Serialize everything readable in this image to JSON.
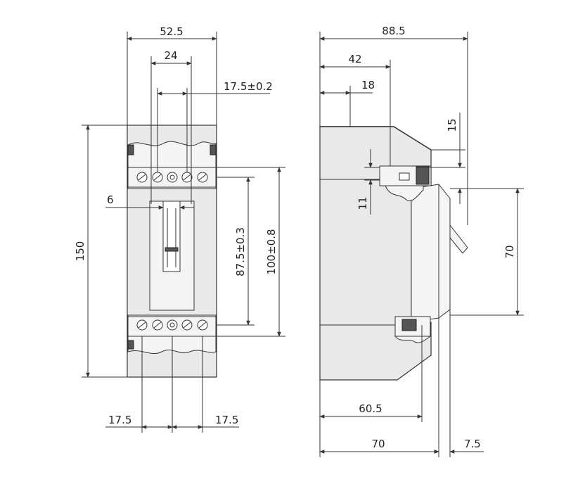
{
  "front_view": {
    "width_total": "52.5",
    "width_24": "24",
    "pitch": "17.5±0.2",
    "dim_6": "6",
    "height_total": "150",
    "hole_spacing": "87.5±0.3",
    "terminal_spacing": "100±0.8",
    "bottom_left": "17.5",
    "bottom_right": "17.5"
  },
  "side_view": {
    "depth_total": "88.5",
    "dim_42": "42",
    "dim_18": "18",
    "dim_15": "15",
    "dim_11": "11",
    "dim_70_vertical": "70",
    "dim_60_5": "60.5",
    "dim_70_bottom": "70",
    "dim_7_5": "7.5"
  },
  "colors": {
    "stroke": "#333333",
    "fill_body": "#e9e9e9",
    "background": "#ffffff"
  }
}
